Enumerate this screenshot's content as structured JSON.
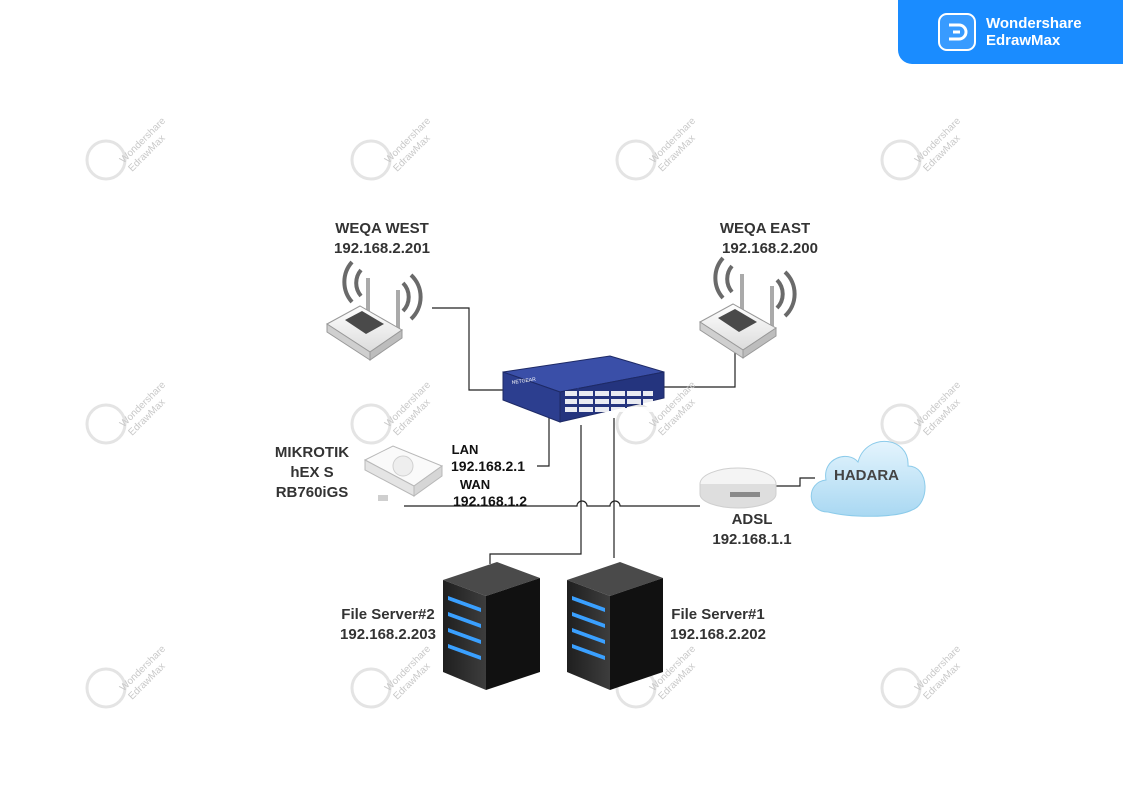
{
  "brand": {
    "line1": "Wondershare",
    "line2": "EdrawMax"
  },
  "watermark": {
    "line1": "Wondershare",
    "line2": "EdrawMax"
  },
  "nodes": {
    "weqa_west": {
      "name": "WEQA WEST",
      "ip": "192.168.2.201"
    },
    "weqa_east": {
      "name": "WEQA EAST",
      "ip": "192.168.2.200"
    },
    "switch": {
      "brand": "NETGEAR"
    },
    "mikrotik": {
      "line1": "MIKROTIK",
      "line2": "hEX S",
      "line3": "RB760iGS"
    },
    "lan": {
      "label": "LAN",
      "ip": "192.168.2.1"
    },
    "wan": {
      "label": "WAN",
      "ip": "192.168.1.2"
    },
    "adsl": {
      "name": "ADSL",
      "ip": "192.168.1.1"
    },
    "cloud": {
      "name": "HADARA"
    },
    "file_server_2": {
      "name": "File Server#2",
      "ip": "192.168.2.203"
    },
    "file_server_1": {
      "name": "File Server#1",
      "ip": "192.168.2.202"
    }
  },
  "colors": {
    "brand": "#1a8cff",
    "switch": "#2c3e8f",
    "server": "#2a2a2a",
    "server_led": "#3aa0ff",
    "cloud": "#bfe3f7"
  }
}
